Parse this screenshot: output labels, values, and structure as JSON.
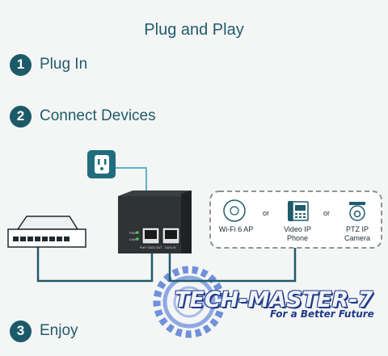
{
  "title": "Plug and Play",
  "steps": [
    {
      "number": "1",
      "label": "Plug In"
    },
    {
      "number": "2",
      "label": "Connect Devices"
    },
    {
      "number": "3",
      "label": "Enjoy"
    }
  ],
  "devices": [
    {
      "label_line1": "Wi-Fi 6 AP",
      "label_line2": "",
      "icon": "ceiling-access-point-icon"
    },
    {
      "label_line1": "Video IP",
      "label_line2": "Phone",
      "icon": "ip-phone-icon"
    },
    {
      "label_line1": "PTZ IP",
      "label_line2": "Camera",
      "icon": "ptz-camera-icon"
    }
  ],
  "or_text": "or",
  "injector_ports": {
    "left": "PoE+ DATA OUT",
    "right": "DATA IN"
  },
  "injector_leds": {
    "top": "PWR",
    "bottom": "LINK"
  },
  "watermark": {
    "main": "TECH-MASTER-7",
    "sub": "For a Better Future"
  },
  "colors": {
    "teal": "#1d5a68",
    "cable": "#1f5c6b",
    "power_cable": "#5fb4c8",
    "outlet": "#1f6d7d",
    "watermark": "#1f3a8a"
  }
}
